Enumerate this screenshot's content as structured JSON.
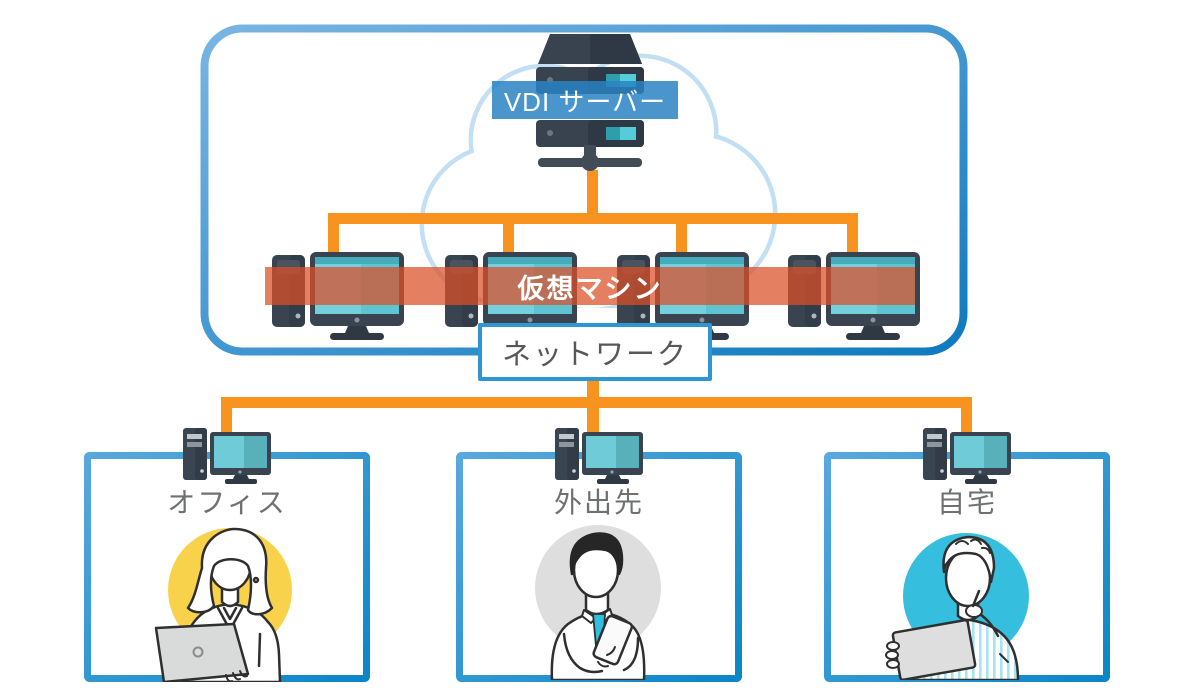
{
  "diagram": {
    "cloud_zone": {
      "server_label": "VDI サーバー",
      "vm_band_label": "仮想マシン",
      "vm_count": 4
    },
    "network_label": "ネットワーク",
    "locations": [
      {
        "label": "オフィス",
        "person": "woman-using-laptop",
        "circle_color": "#F8D24B"
      },
      {
        "label": "外出先",
        "person": "man-using-smartphone",
        "circle_color": "#DEDEDE"
      },
      {
        "label": "自宅",
        "person": "person-using-tablet",
        "circle_color": "#35BEDE"
      }
    ],
    "colors": {
      "connector_orange": "#F7931E",
      "zone_border_blue": "#1E86C6",
      "box_border_blue": "#1B8CCB",
      "server_band_blue": "rgba(41,130,195,0.85)",
      "vm_band_orange": "rgba(219,80,40,0.73)",
      "cloud_outline": "#C2DFF3",
      "screen_teal": "#5FC4D2",
      "device_dark": "#3A4450",
      "label_gray": "#6E7072"
    }
  }
}
